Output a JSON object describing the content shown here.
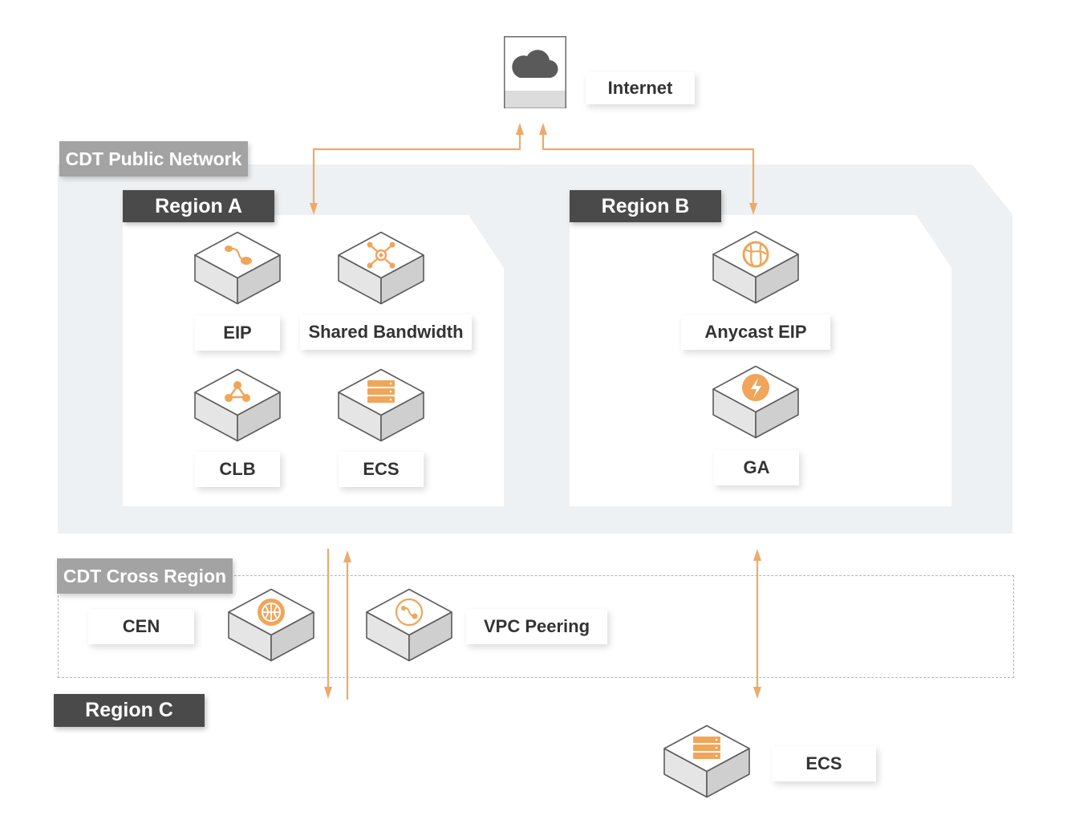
{
  "internet": {
    "label": "Internet"
  },
  "public_network": {
    "title": "CDT Public Network"
  },
  "region_a": {
    "title": "Region A",
    "items": [
      {
        "label": "EIP",
        "icon": "eip-icon"
      },
      {
        "label": "Shared Bandwidth",
        "icon": "shared-bandwidth-icon"
      },
      {
        "label": "CLB",
        "icon": "clb-icon"
      },
      {
        "label": "ECS",
        "icon": "ecs-icon"
      }
    ]
  },
  "region_b": {
    "title": "Region B",
    "items": [
      {
        "label": "Anycast EIP",
        "icon": "anycast-eip-icon"
      },
      {
        "label": "GA",
        "icon": "ga-icon"
      }
    ]
  },
  "cross_region": {
    "title": "CDT Cross Region",
    "items": [
      {
        "label": "CEN",
        "icon": "cen-icon"
      },
      {
        "label": "VPC Peering",
        "icon": "vpc-peering-icon"
      }
    ]
  },
  "region_c": {
    "title": "Region C",
    "items": [
      {
        "label": "ECS",
        "icon": "ecs-icon"
      }
    ]
  },
  "colors": {
    "accent": "#f0a55a",
    "arrow": "#eeaa6a",
    "tab_dark": "#4a4a4a",
    "tab_gray": "#a3a3a3",
    "zone": "#eef1f3"
  }
}
